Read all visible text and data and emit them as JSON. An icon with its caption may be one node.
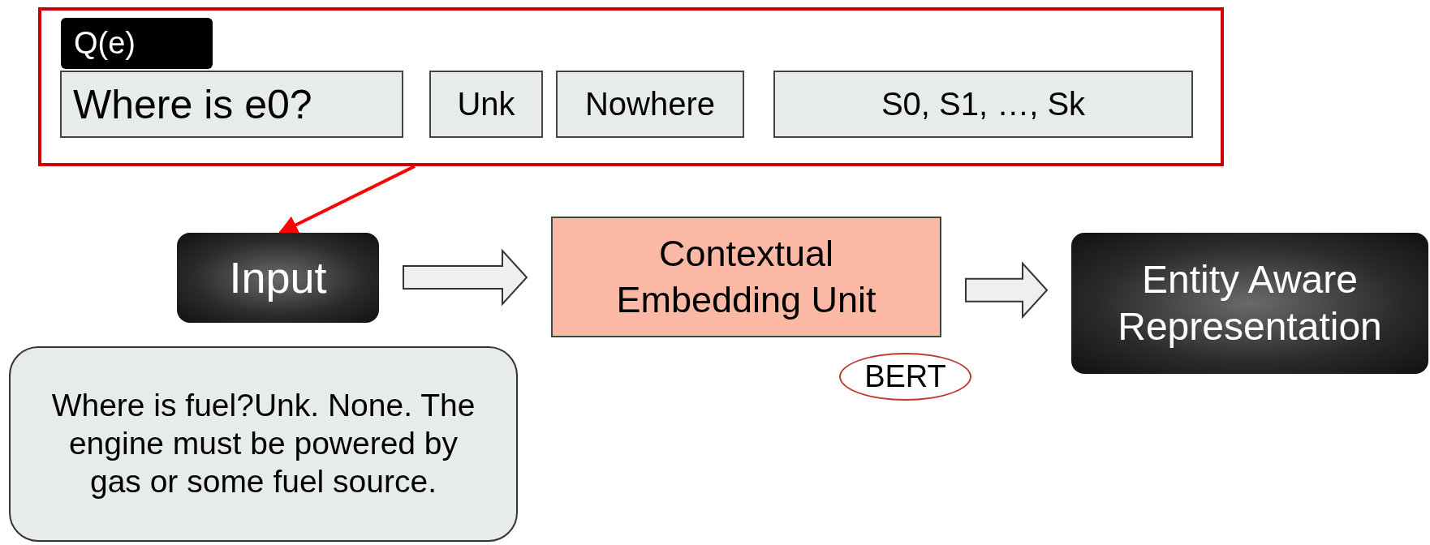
{
  "diagram": {
    "nodes": [
      {
        "text": [],
        "shape": "box"
      },
      {
        "text": [
          "Q(e)"
        ],
        "in": 0
      },
      {
        "text": [
          "Where is e0?"
        ],
        "in": 0
      },
      {
        "text": [
          "Unk"
        ],
        "in": 0
      },
      {
        "text": [
          "Nowhere"
        ],
        "in": 0
      },
      {
        "text": [
          "S0, S1, …, Sk"
        ],
        "in": 0
      },
      {
        "text": [
          "Input"
        ]
      },
      {
        "text": [
          "Contextual Embedding Unit"
        ]
      },
      {
        "text": [
          "Entity Aware Representation"
        ]
      },
      {
        "text": [
          "BERT"
        ]
      },
      {
        "text": [
          "Where is fuel?Unk. None. The engine must be powered by gas or some fuel source."
        ]
      }
    ],
    "edges": [
      {
        "from": 0,
        "to": 6,
        "arrow": "to",
        "color": "#ff0000"
      },
      {
        "from": 6,
        "to": 7,
        "arrow": "to"
      },
      {
        "from": 7,
        "to": 8,
        "arrow": "to"
      }
    ]
  }
}
